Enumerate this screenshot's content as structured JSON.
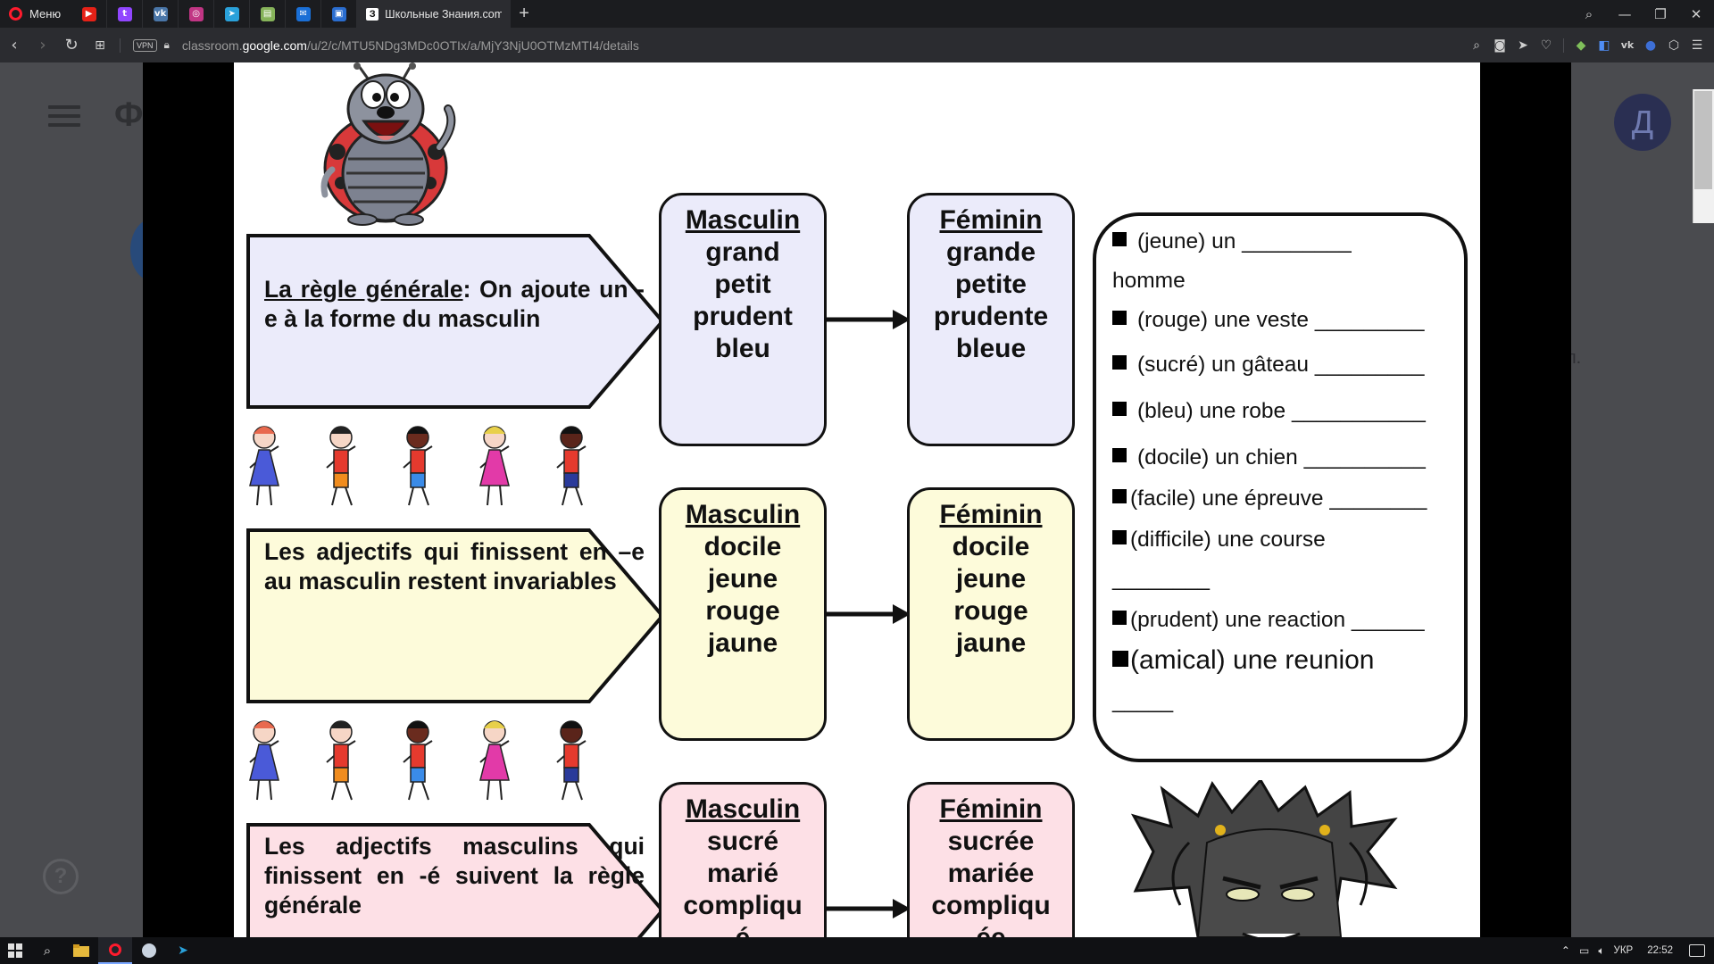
{
  "browser": {
    "menu_label": "Меню",
    "pinned_tabs": [
      {
        "icon": "youtube-icon",
        "glyph": "▶",
        "color": "#e62117"
      },
      {
        "icon": "twitch-icon",
        "glyph": "t",
        "color": "#9146ff"
      },
      {
        "icon": "vk-icon",
        "glyph": "vk",
        "color": "#4a76a8"
      },
      {
        "icon": "instagram-icon",
        "glyph": "◎",
        "color": "#c13584"
      },
      {
        "icon": "telegram-icon",
        "glyph": "➤",
        "color": "#2aa1da"
      },
      {
        "icon": "notes-icon",
        "glyph": "▤",
        "color": "#86b35a"
      },
      {
        "icon": "mail-icon",
        "glyph": "✉",
        "color": "#1a6fd6"
      },
      {
        "icon": "classroom-icon",
        "glyph": "▣",
        "color": "#2a6dcf"
      }
    ],
    "active_tab": {
      "favicon": "З",
      "title": "Школьные Знания.com - Зн"
    },
    "new_tab_glyph": "+",
    "window_controls": {
      "search": "⌕",
      "minimize": "—",
      "restore": "❐",
      "close": "✕"
    },
    "vpn_label": "VPN",
    "url": {
      "prefix": "classroom.",
      "host": "google.com",
      "path": "/u/2/c/MTU5NDg3MDc0OTIx/a/MjY3NjU0OTMzMTI4/details"
    }
  },
  "classroom": {
    "title_letter": "Ф",
    "avatar_letter": "Д",
    "hint_glyph": "л.",
    "help_glyph": "?"
  },
  "worksheet": {
    "rules": [
      {
        "title": "La règle générale",
        "title_suffix": ":  On ajoute un -e à la forme du masculin"
      },
      {
        "text": "Les  adjectifs qui finissent en –e  au  masculin  restent invariables"
      },
      {
        "text": "Les  adjectifs  masculins  qui finissent en -é suivent la règle générale"
      }
    ],
    "groups": [
      {
        "masc_header": "Masculin",
        "fem_header": "Féminin",
        "masc": [
          "grand",
          "petit",
          "prudent",
          "bleu"
        ],
        "fem": [
          "grande",
          "petite",
          "prudente",
          "bleue"
        ]
      },
      {
        "masc_header": "Masculin",
        "fem_header": "Féminin",
        "masc": [
          "docile",
          "jeune",
          "rouge",
          "jaune"
        ],
        "fem": [
          "docile",
          "jeune",
          "rouge",
          "jaune"
        ]
      },
      {
        "masc_header": "Masculin",
        "fem_header": "Féminin",
        "masc": [
          "sucré",
          "marié",
          "compliqu",
          "é"
        ],
        "fem": [
          "sucrée",
          "mariée",
          "compliqu",
          "ée"
        ]
      }
    ],
    "exercises": [
      {
        "text": "(jeune) un _________",
        "continuation": "homme"
      },
      {
        "text": "(rouge) une veste _________"
      },
      {
        "text": "(sucré) un gâteau _________"
      },
      {
        "text": "(bleu) une robe ___________"
      },
      {
        "text": "(docile) un chien __________"
      },
      {
        "text": "(facile) une épreuve ________"
      },
      {
        "text": "(difficile) une course",
        "continuation": "________"
      },
      {
        "text": "(prudent) une reaction ______"
      },
      {
        "text": "(amical) une reunion",
        "continuation": "_____"
      }
    ]
  },
  "taskbar": {
    "language": "УКР",
    "time": "22:52"
  }
}
